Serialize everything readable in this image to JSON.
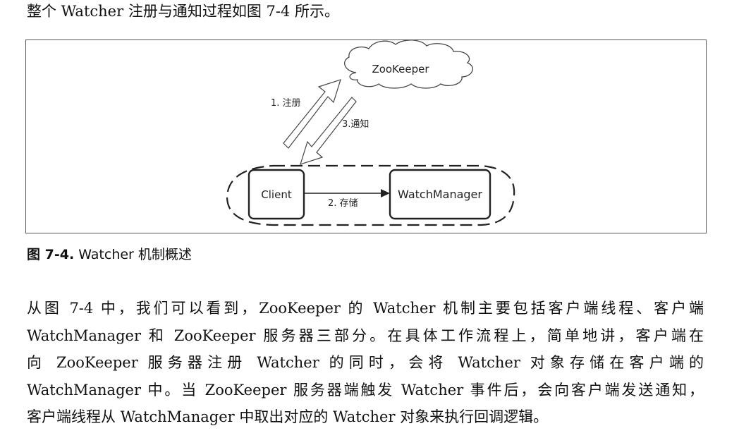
{
  "intro_text": "整个 Watcher 注册与通知过程如图 7-4 所示。",
  "figure": {
    "cloud_label": "ZooKeeper",
    "register_label": "1. 注册",
    "notify_label": "3.通知",
    "client_label": "Client",
    "store_label": "2. 存储",
    "watchmanager_label": "WatchManager"
  },
  "caption": {
    "label": "图 7-4.",
    "title": "Watcher 机制概述"
  },
  "paragraph": {
    "lines": [
      "从图 7-4 中，我们可以看到，ZooKeeper 的 Watcher 机制主要包括客户端线程、客户端",
      "WatchManager 和 ZooKeeper 服务器三部分。在具体工作流程上，简单地讲，客户端在",
      "向 ZooKeeper 服务器注册 Watcher 的同时，会将 Watcher 对象存储在客户端的",
      "WatchManager 中。当 ZooKeeper 服务器端触发 Watcher 事件后，会向客户端发送通知，",
      "客户端线程从 WatchManager 中取出对应的 Watcher 对象来执行回调逻辑。"
    ]
  }
}
